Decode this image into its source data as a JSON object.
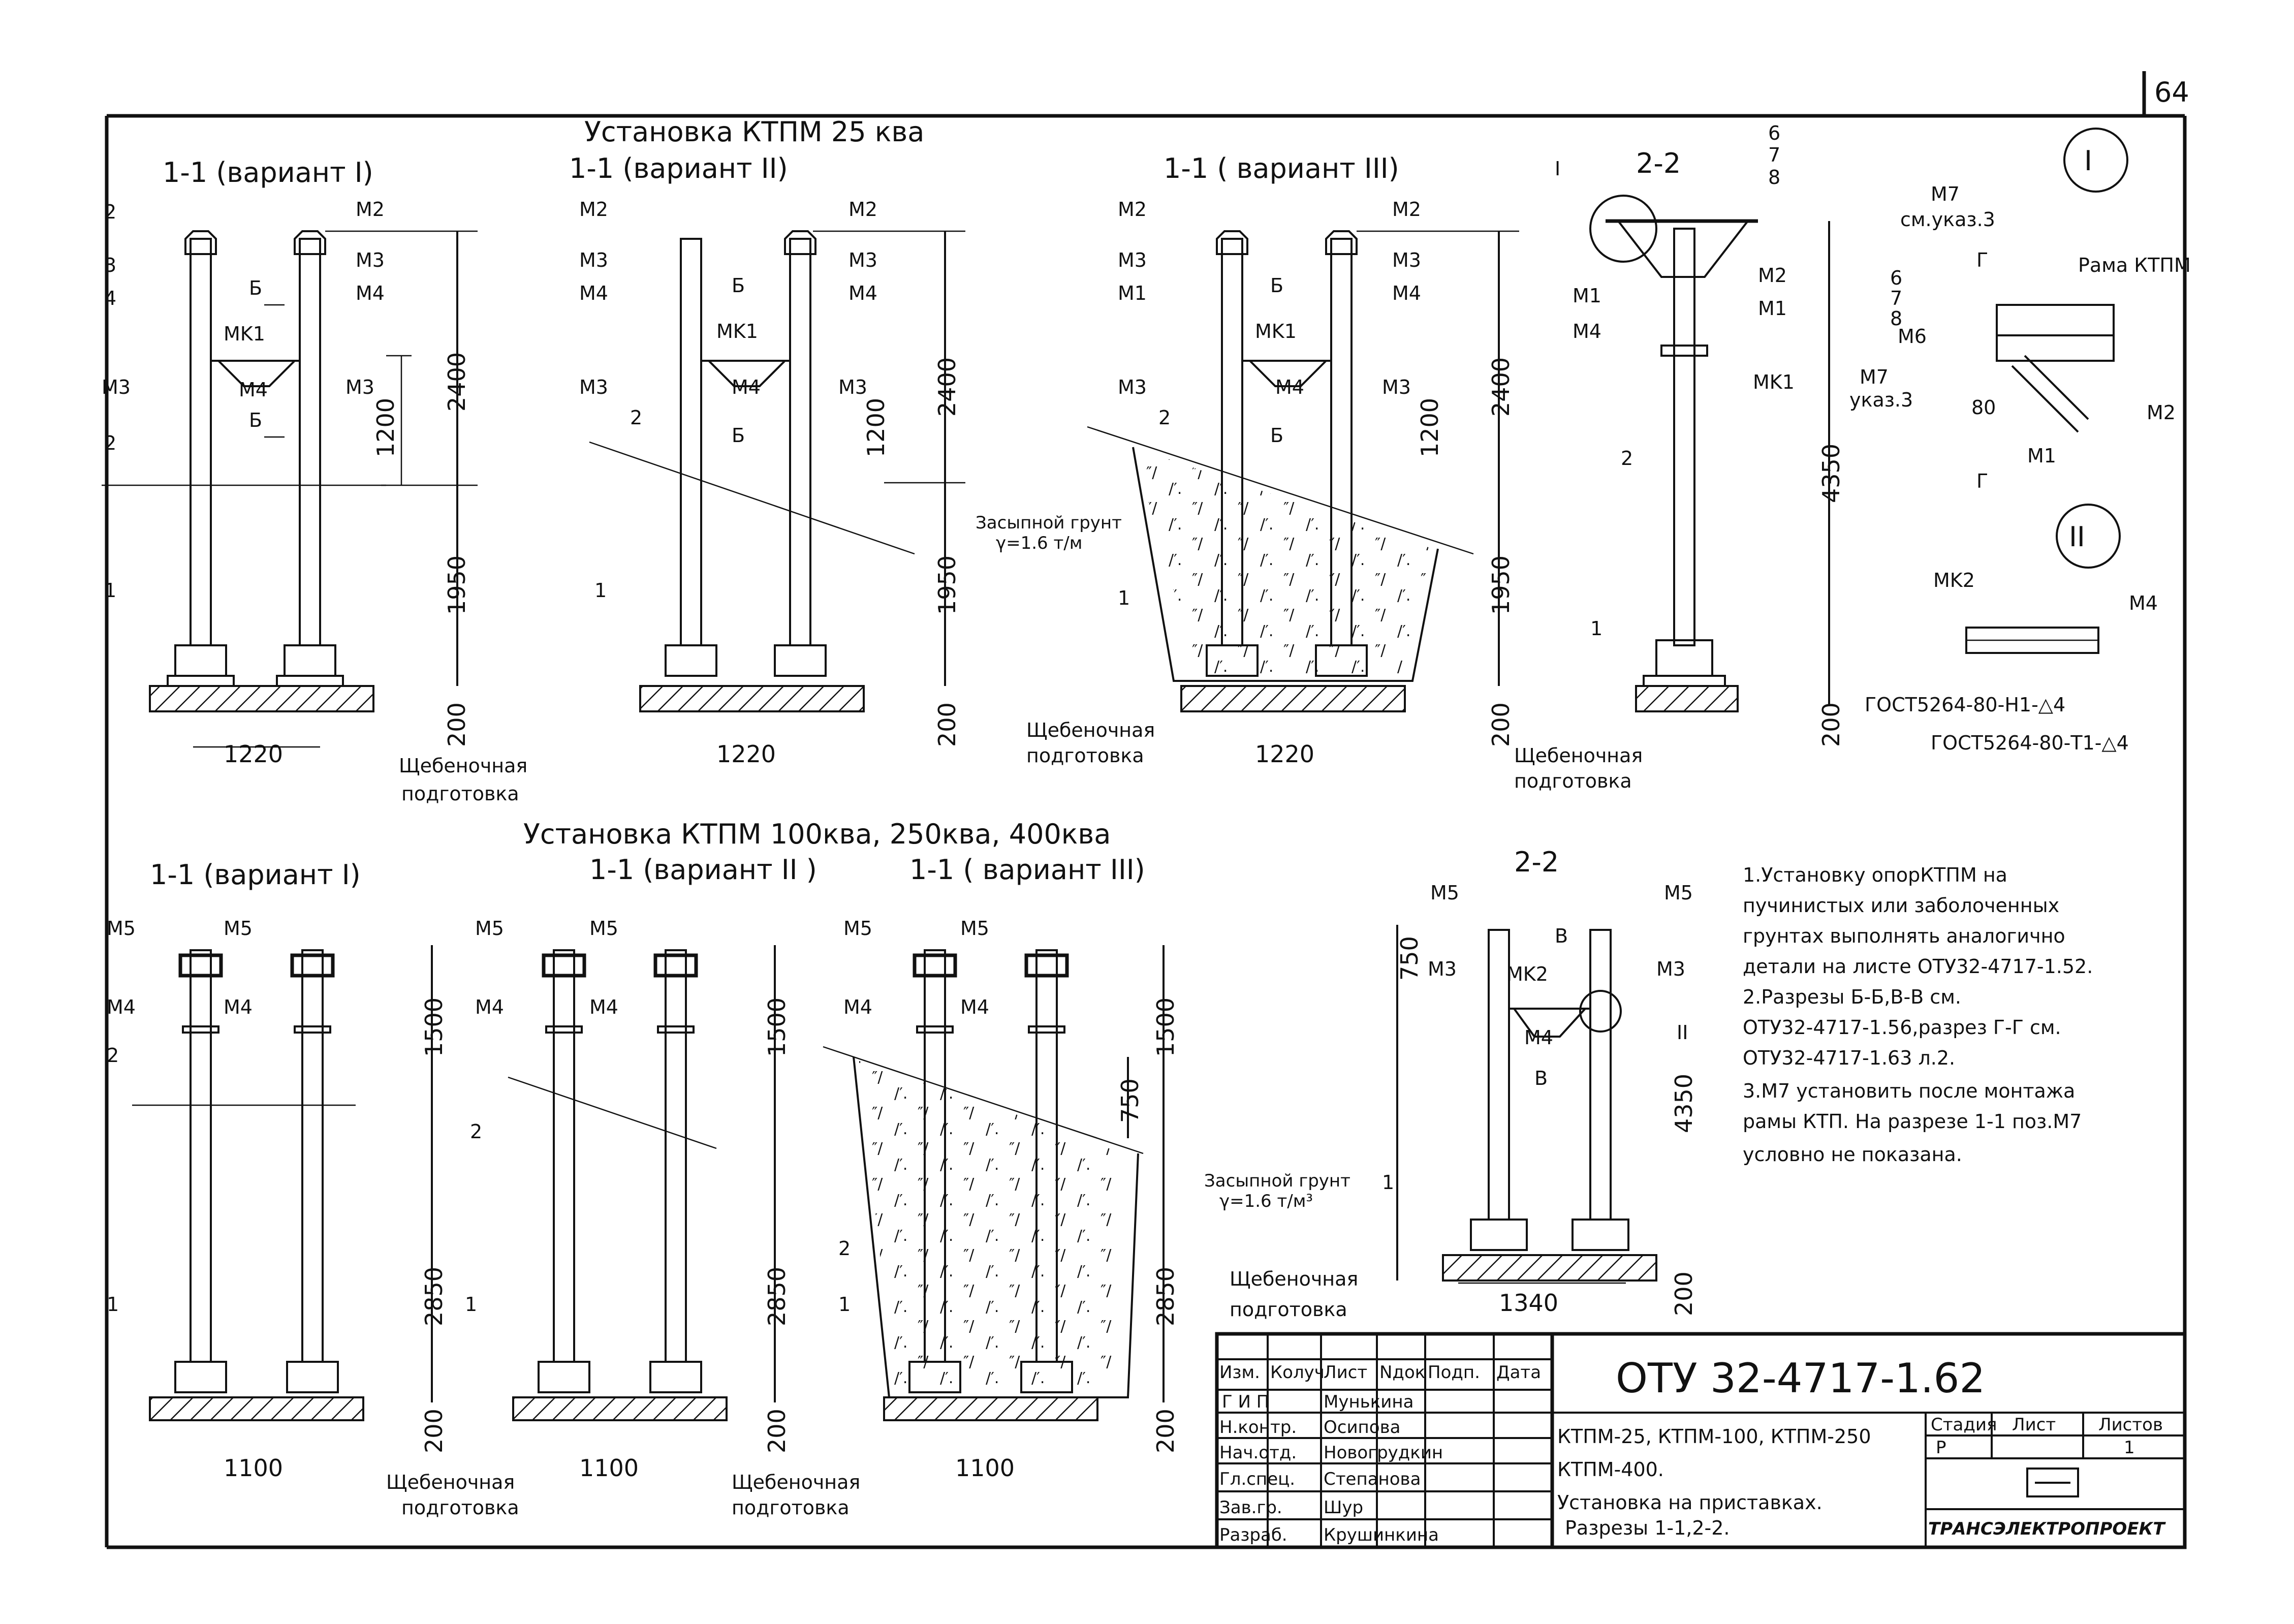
{
  "sheet_number": "64",
  "section_25": {
    "title": "Установка КТПМ 25 ква",
    "views": [
      "1-1 (вариант I)",
      "1-1 (вариант II)",
      "1-1 ( вариант III)",
      "2-2"
    ],
    "dims": {
      "h_top": "2400",
      "h_mid": "1200",
      "h_low": "1950",
      "h_base": "200",
      "width": "1220",
      "total_2_2": "4350"
    },
    "labels": {
      "m2": "M2",
      "m3": "M3",
      "m4": "M4",
      "m1": "M1",
      "mk1": "MK1",
      "b": "Б",
      "p1": "1",
      "p2": "2",
      "p3": "3",
      "p4": "4",
      "p6": "6",
      "p7": "7",
      "p8": "8",
      "node_i": "I"
    },
    "soil": "Засыпной грунт",
    "soil_density": "γ=1.6 т/м",
    "gravel": "Щебеночная подготовка"
  },
  "detail_I": {
    "mark": "I",
    "m7a": "M7",
    "m7a_note": "см.указ.3",
    "frame": "Рама КТПМ",
    "m6": "M6",
    "m7b": "M7",
    "m7b_note": "указ.3",
    "dim_80": "80",
    "g": "Г",
    "m1": "M1",
    "m2": "M2",
    "n6": "6",
    "n7": "7",
    "n8": "8"
  },
  "detail_II": {
    "mark": "II",
    "mk2": "MK2",
    "m4": "M4",
    "gost1": "ГОСТ5264-80-Н1-△4",
    "gost2": "ГОСТ5264-80-Т1-△4"
  },
  "section_100": {
    "title": "Установка КТПМ 100ква, 250ква, 400ква",
    "views": [
      "1-1 (вариант I)",
      "1-1 (вариант II )",
      "1-1 ( вариант III)",
      "2-2"
    ],
    "dims": {
      "h_top": "1500",
      "h_low": "2850",
      "h_base": "200",
      "width": "1100",
      "h_750": "750",
      "total_2_2": "4350",
      "width_2_2": "1340"
    },
    "labels": {
      "m5": "M5",
      "m4": "M4",
      "m3": "M3",
      "mk2": "MK2",
      "v": "В",
      "p1": "1",
      "p2": "2",
      "node_ii": "II"
    },
    "soil": "Засыпной грунт",
    "soil_density": "γ=1.6 т/м³",
    "gravel": "Щебеночная подготовка"
  },
  "notes": [
    "1.Установку опорКТПМ на",
    "пучинистых или заболоченных",
    "грунтах выполнять аналогично",
    "детали на листе ОТУ32-4717-1.52.",
    "2.Разрезы Б-Б,В-В см.",
    "ОТУ32-4717-1.56,разрез Г-Г см.",
    "ОТУ32-4717-1.63 л.2.",
    "3.М7 установить после монтажа",
    "рамы КТП. На разрезе 1-1 поз.М7",
    "условно не показана."
  ],
  "title_block": {
    "headers": [
      "Изм.",
      "Колуч",
      "Лист",
      "Nдок",
      "Подп.",
      "Дата"
    ],
    "rows": [
      {
        "role": "Г И П",
        "name": "Мунькина"
      },
      {
        "role": "Н.контр.",
        "name": "Осипова"
      },
      {
        "role": "Нач.отд.",
        "name": "Новогрудкин"
      },
      {
        "role": "Гл.спец.",
        "name": "Степанова"
      },
      {
        "role": "Зав.гр.",
        "name": "Шур"
      },
      {
        "role": "Разраб.",
        "name": "Крушинкина"
      }
    ],
    "code": "ОТУ 32-4717-1.62",
    "desc": [
      "КТПМ-25, КТПМ-100, КТПМ-250",
      "КТПМ-400.",
      "Установка на приставках.",
      "Разрезы 1-1,2-2."
    ],
    "stage_label": "Стадия",
    "sheet_label": "Лист",
    "sheets_label": "Листов",
    "stage": "Р",
    "sheets": "1",
    "org": "ТРАНСЭЛЕКТРОПРОЕКТ"
  }
}
